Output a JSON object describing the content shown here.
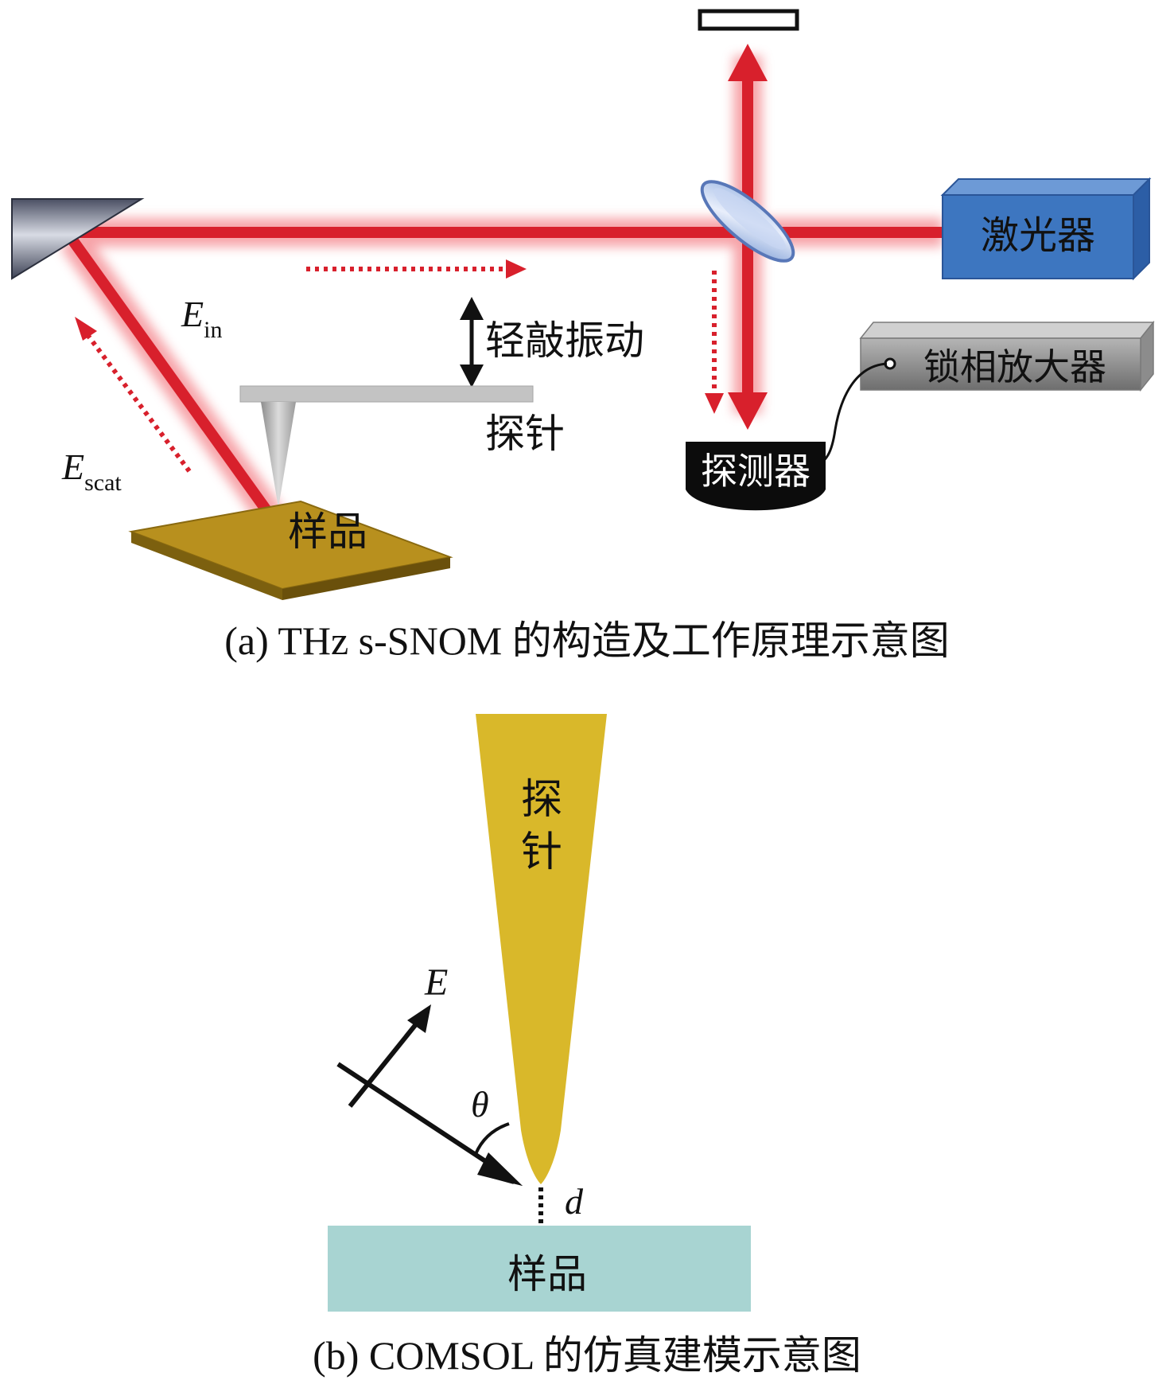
{
  "panel_a": {
    "caption": "(a) THz s-SNOM 的构造及工作原理示意图",
    "labels": {
      "e_in_base": "E",
      "e_in_sub": "in",
      "e_scat_base": "E",
      "e_scat_sub": "scat",
      "tapping": "轻敲振动",
      "probe": "探针",
      "sample": "样品",
      "laser": "激光器",
      "lockin": "锁相放大器",
      "detector": "探测器"
    }
  },
  "panel_b": {
    "caption": "(b) COMSOL 的仿真建模示意图",
    "labels": {
      "probe_line1": "探",
      "probe_line2": "针",
      "field": "E",
      "angle": "θ",
      "gap": "d",
      "sample": "样品"
    }
  },
  "colors": {
    "beam": "#d8202c",
    "laser_box": "#3d76c0",
    "sample_a": "#b8901e",
    "probe_b": "#d9b82a",
    "sample_b": "#a8d4d2"
  }
}
